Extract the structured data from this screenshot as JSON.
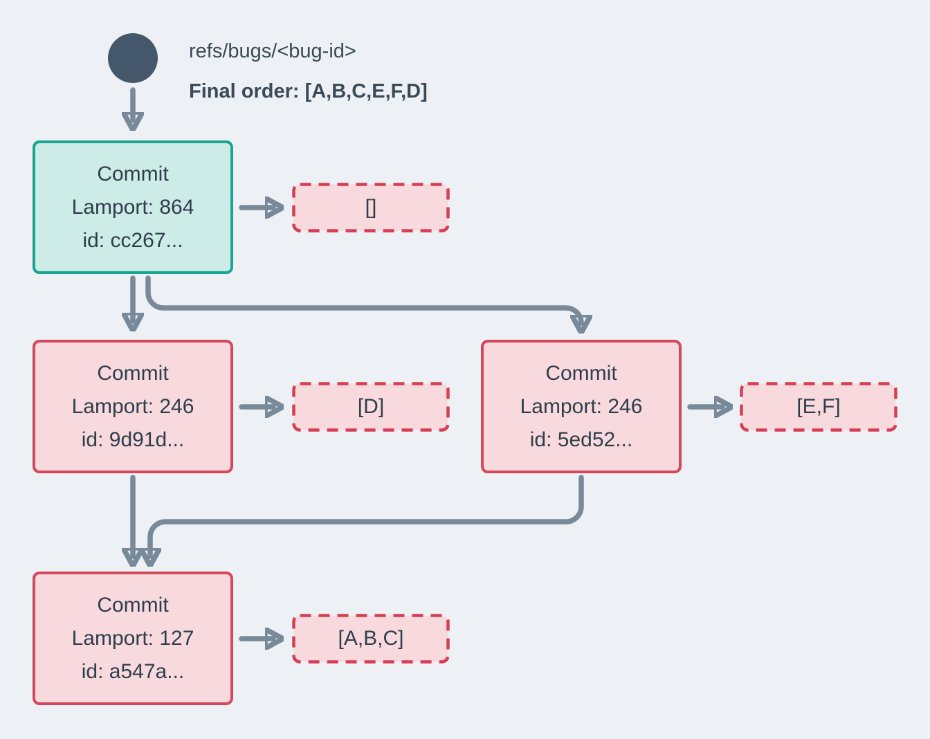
{
  "header": {
    "ref_name": "refs/bugs/<bug-id>",
    "final_order": "Final order: [A,B,C,E,F,D]"
  },
  "nodes": {
    "head": {
      "title": "Commit",
      "lamport": "Lamport: 864",
      "id": "id: cc267...",
      "operations": "[]"
    },
    "mid_left": {
      "title": "Commit",
      "lamport": "Lamport: 246",
      "id": "id: 9d91d...",
      "operations": "[D]"
    },
    "mid_right": {
      "title": "Commit",
      "lamport": "Lamport: 246",
      "id": "id: 5ed52...",
      "operations": "[E,F]"
    },
    "root": {
      "title": "Commit",
      "lamport": "Lamport: 127",
      "id": "id: a547a...",
      "operations": "[A,B,C]"
    }
  },
  "colors": {
    "background": "#edf1f5",
    "arrow": "#78899a",
    "node_text": "#2e3e4b",
    "header_text": "#3b4a57",
    "ref_circle": "#45576a",
    "head_border": "#17a58f",
    "head_fill": "#cdebe7",
    "commit_border": "#d4485c",
    "commit_fill": "#f7d9de",
    "operations_border": "#d63e53",
    "operations_fill": "#f8dade"
  },
  "icons": {
    "ref_node": "filled-circle",
    "edge_head": "arrowhead-triangle"
  }
}
